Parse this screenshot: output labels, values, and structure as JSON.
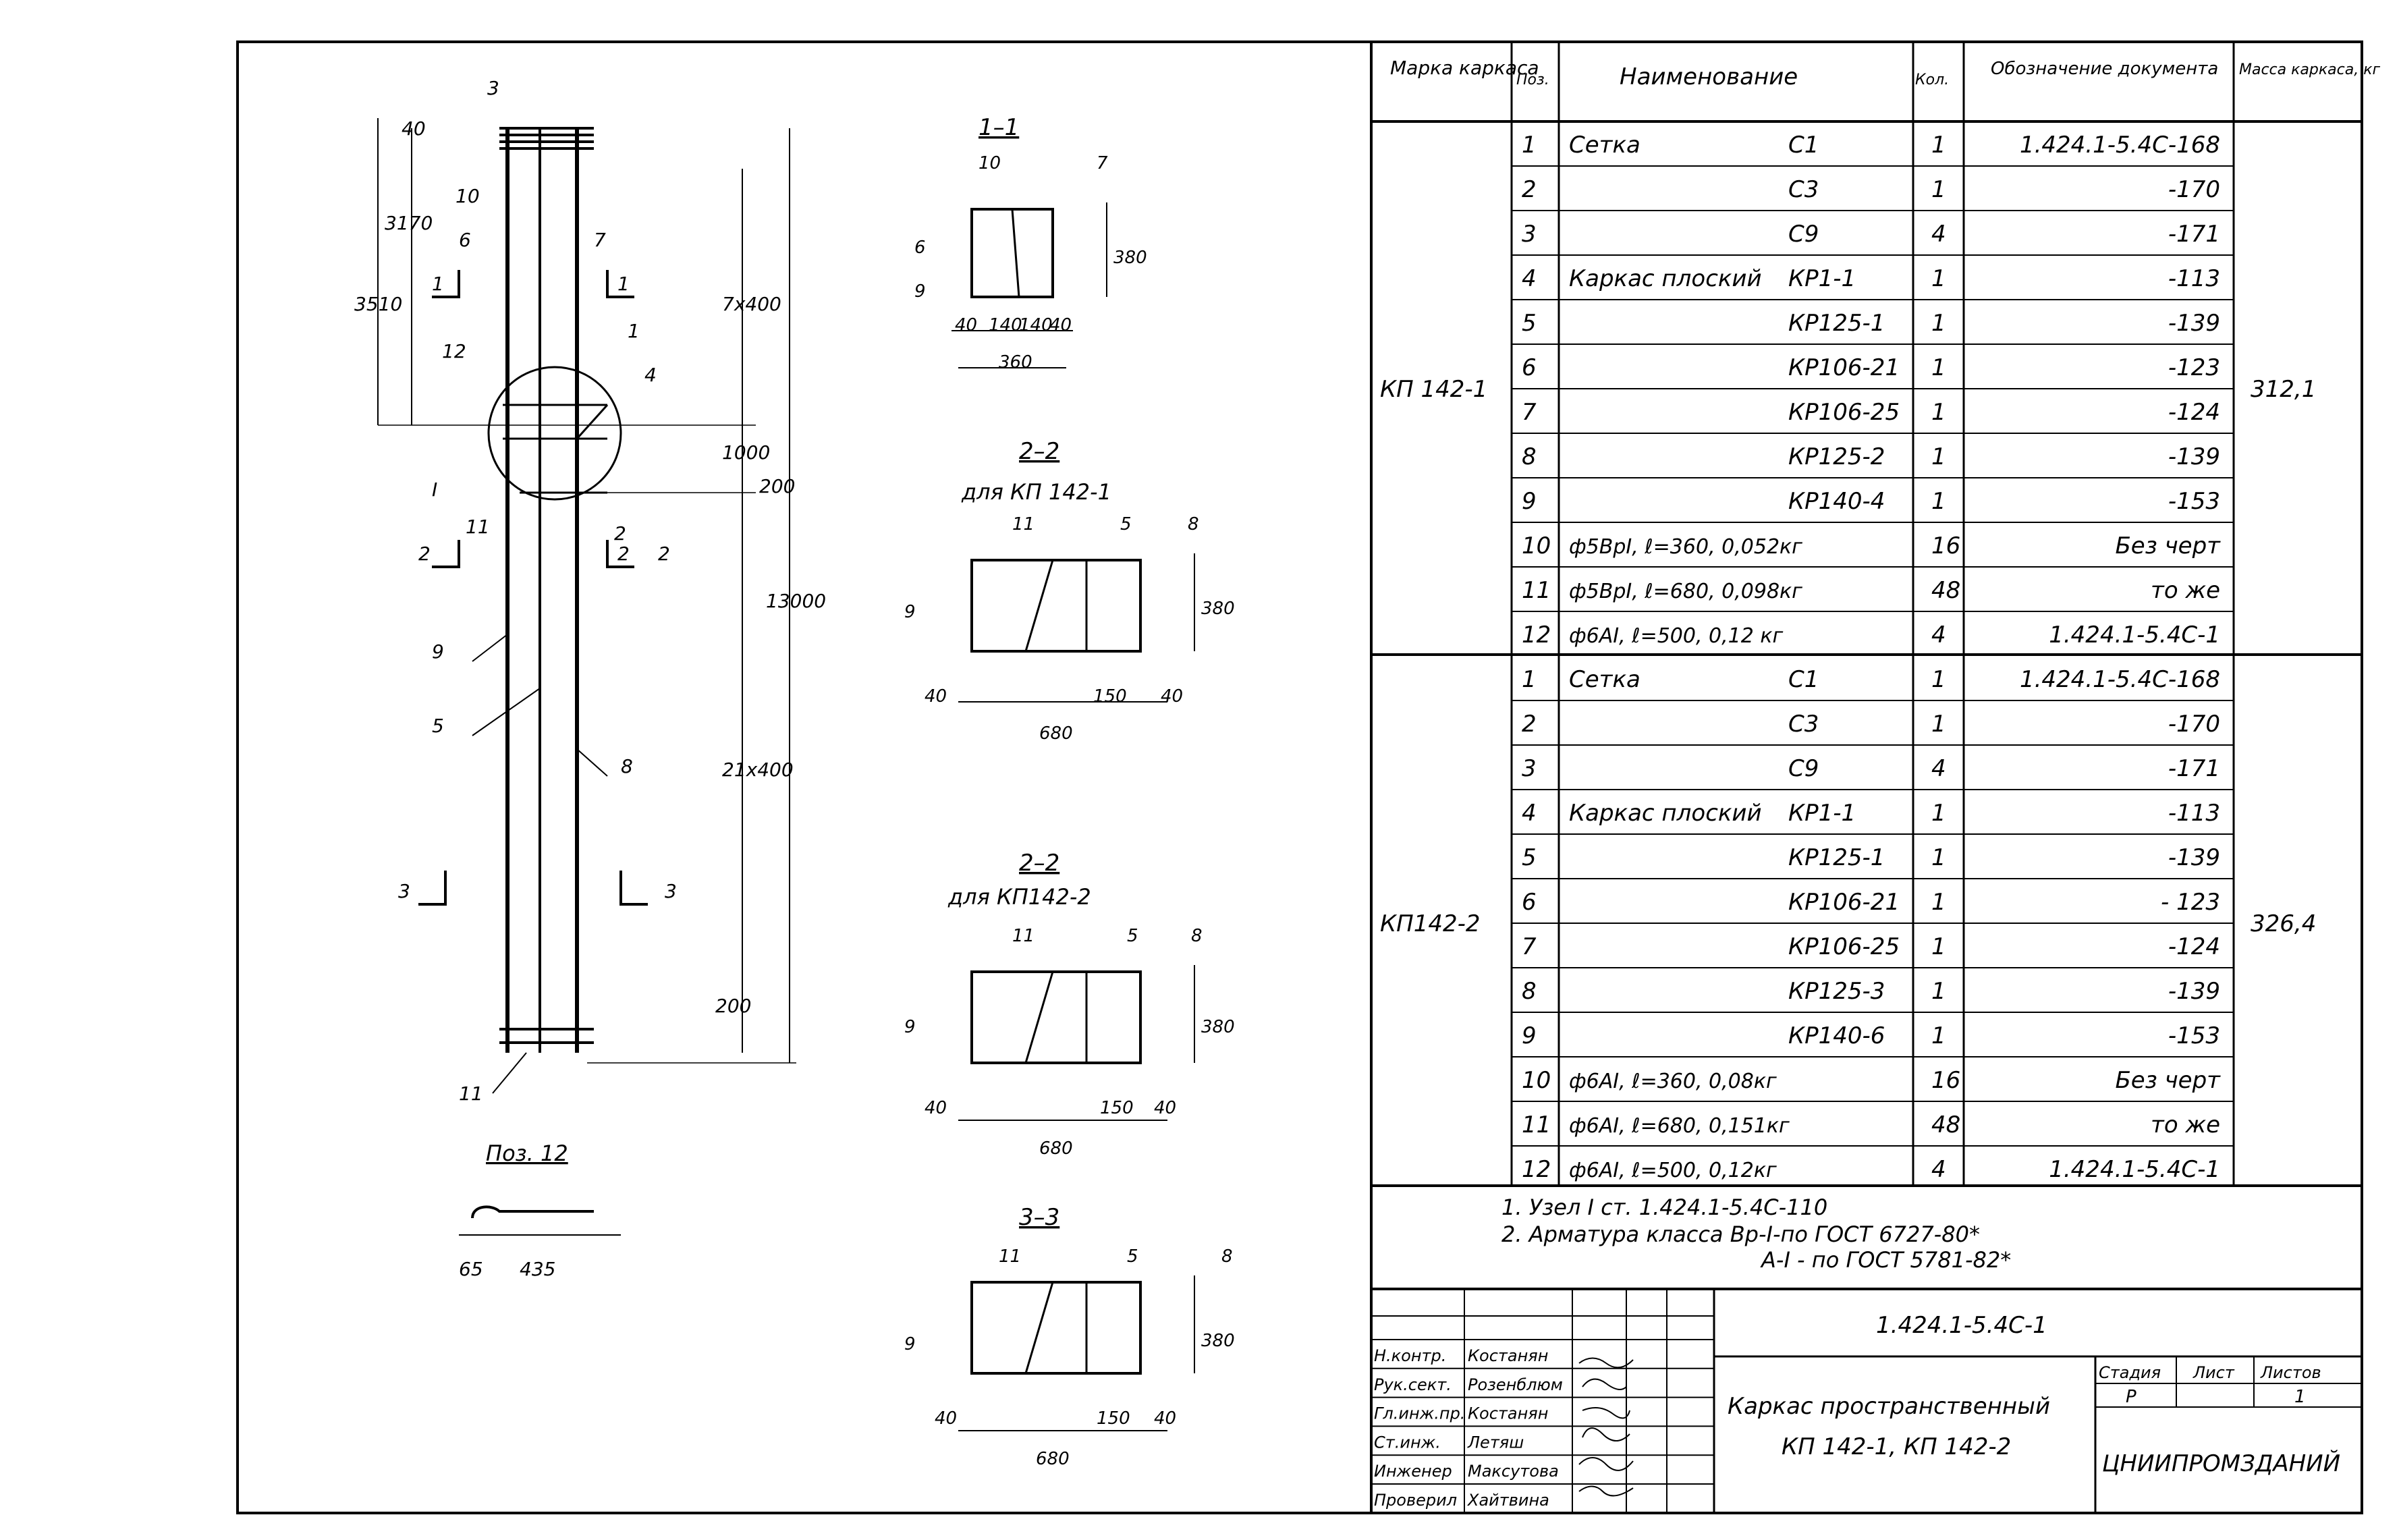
{
  "drawing": {
    "elevation": {
      "dims_left": [
        "40",
        "3170",
        "3510"
      ],
      "dims_right": [
        "7x400",
        "1000",
        "200",
        "13000",
        "21x400",
        "200"
      ],
      "positions": [
        "3",
        "10",
        "6",
        "7",
        "12",
        "1",
        "4",
        "I",
        "11",
        "9",
        "5",
        "8",
        "11"
      ],
      "section_marks": [
        "1",
        "1",
        "2",
        "2",
        "2",
        "2",
        "3",
        "3"
      ],
      "detail_title": "Поз. 12",
      "detail_dims": [
        "65",
        "435"
      ]
    },
    "sections": [
      {
        "title": "1–1",
        "subtitle": "",
        "labels": [
          "10",
          "7",
          "6",
          "9"
        ],
        "dims_bottom": [
          "40",
          "140",
          "140",
          "40"
        ],
        "total": "360",
        "height": "380"
      },
      {
        "title": "2–2",
        "subtitle": "для  КП 142-1",
        "labels": [
          "11",
          "5",
          "8",
          "9"
        ],
        "dims_bottom": [
          "40",
          "150",
          "40"
        ],
        "total": "680",
        "height": "380"
      },
      {
        "title": "2–2",
        "subtitle": "для  КП142-2",
        "labels": [
          "11",
          "5",
          "8",
          "9"
        ],
        "dims_bottom": [
          "40",
          "150",
          "40"
        ],
        "total": "680",
        "height": "380"
      },
      {
        "title": "3–3",
        "subtitle": "",
        "labels": [
          "11",
          "5",
          "8",
          "9"
        ],
        "dims_bottom": [
          "40",
          "150",
          "40"
        ],
        "total": "680",
        "height": "380"
      }
    ]
  },
  "spec_table": {
    "headers": [
      "Марка каркаса",
      "Поз.",
      "Наименование",
      "Кол.",
      "Обозначение документа",
      "Масса каркаса, кг"
    ],
    "groups": [
      {
        "mark": "КП 142-1",
        "mass": "312,1",
        "rows": [
          {
            "pos": "1",
            "name": "Сетка",
            "code": "С1",
            "qty": "1",
            "doc": "1.424.1-5.4С-168"
          },
          {
            "pos": "2",
            "name": "",
            "code": "С3",
            "qty": "1",
            "doc": "-170"
          },
          {
            "pos": "3",
            "name": "",
            "code": "С9",
            "qty": "4",
            "doc": "-171"
          },
          {
            "pos": "4",
            "name": "Каркас плоский",
            "code": "КР1-1",
            "qty": "1",
            "doc": "-113"
          },
          {
            "pos": "5",
            "name": "",
            "code": "КР125-1",
            "qty": "1",
            "doc": "-139"
          },
          {
            "pos": "6",
            "name": "",
            "code": "КР106-21",
            "qty": "1",
            "doc": "-123"
          },
          {
            "pos": "7",
            "name": "",
            "code": "КР106-25",
            "qty": "1",
            "doc": "-124"
          },
          {
            "pos": "8",
            "name": "",
            "code": "КР125-2",
            "qty": "1",
            "doc": "-139"
          },
          {
            "pos": "9",
            "name": "",
            "code": "КР140-4",
            "qty": "1",
            "doc": "-153"
          },
          {
            "pos": "10",
            "name": "ф5ВрI, ℓ=360,  0,052кг",
            "code": "",
            "qty": "16",
            "doc": "Без черт"
          },
          {
            "pos": "11",
            "name": "ф5ВрI, ℓ=680,  0,098кг",
            "code": "",
            "qty": "48",
            "doc": "то же"
          },
          {
            "pos": "12",
            "name": "ф6АI,  ℓ=500,  0,12 кг",
            "code": "",
            "qty": "4",
            "doc": "1.424.1-5.4С-1"
          }
        ]
      },
      {
        "mark": "КП142-2",
        "mass": "326,4",
        "rows": [
          {
            "pos": "1",
            "name": "Сетка",
            "code": "С1",
            "qty": "1",
            "doc": "1.424.1-5.4С-168"
          },
          {
            "pos": "2",
            "name": "",
            "code": "С3",
            "qty": "1",
            "doc": "-170"
          },
          {
            "pos": "3",
            "name": "",
            "code": "С9",
            "qty": "4",
            "doc": "-171"
          },
          {
            "pos": "4",
            "name": "Каркас плоский",
            "code": "КР1-1",
            "qty": "1",
            "doc": "-113"
          },
          {
            "pos": "5",
            "name": "",
            "code": "КР125-1",
            "qty": "1",
            "doc": "-139"
          },
          {
            "pos": "6",
            "name": "",
            "code": "КР106-21",
            "qty": "1",
            "doc": "- 123"
          },
          {
            "pos": "7",
            "name": "",
            "code": "КР106-25",
            "qty": "1",
            "doc": "-124"
          },
          {
            "pos": "8",
            "name": "",
            "code": "КР125-3",
            "qty": "1",
            "doc": "-139"
          },
          {
            "pos": "9",
            "name": "",
            "code": "КР140-6",
            "qty": "1",
            "doc": "-153"
          },
          {
            "pos": "10",
            "name": "ф6АI,  ℓ=360,  0,08кг",
            "code": "",
            "qty": "16",
            "doc": "Без черт"
          },
          {
            "pos": "11",
            "name": "ф6АI,  ℓ=680,  0,151кг",
            "code": "",
            "qty": "48",
            "doc": "то же"
          },
          {
            "pos": "12",
            "name": "ф6АI,  ℓ=500,  0,12кг",
            "code": "",
            "qty": "4",
            "doc": "1.424.1-5.4С-1"
          }
        ]
      }
    ]
  },
  "notes": [
    "1. Узел I  ст.  1.424.1-5.4С-110",
    "2. Арматура класса Вр-I-по ГОСТ 6727-80*",
    "А-I - по ГОСТ 5781-82*"
  ],
  "title_block": {
    "doc_number": "1.424.1-5.4С-1",
    "title_line1": "Каркас пространственный",
    "title_line2": "КП 142-1,  КП 142-2",
    "stage_label": "Стадия",
    "sheet_label": "Лист",
    "sheets_label": "Листов",
    "stage": "Р",
    "sheets": "1",
    "organization": "ЦНИИПРОМЗДАНИЙ",
    "staff": [
      {
        "role": "Н.контр.",
        "name": "Костанян"
      },
      {
        "role": "Рук.сект.",
        "name": "Розенблюм"
      },
      {
        "role": "Гл.инж.пр.",
        "name": "Костанян"
      },
      {
        "role": "Ст.инж.",
        "name": "Летяш"
      },
      {
        "role": "Инженер",
        "name": "Максутова"
      },
      {
        "role": "Проверил",
        "name": "Хайтвина"
      }
    ]
  }
}
